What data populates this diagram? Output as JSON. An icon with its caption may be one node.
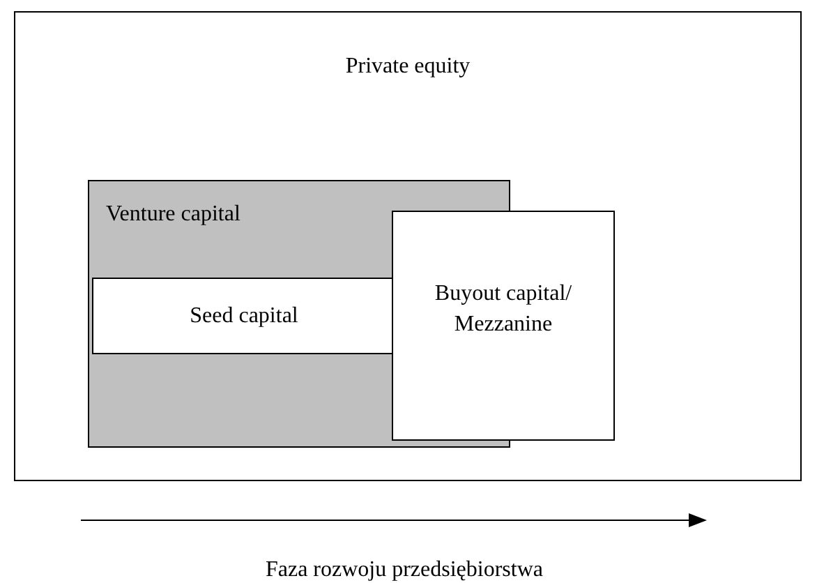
{
  "diagram": {
    "nodes": [
      {
        "text": [
          "Private equity"
        ]
      },
      {
        "text": [
          "Venture capital"
        ],
        "in": 0
      },
      {
        "text": [
          "Seed capital"
        ],
        "in": 1
      },
      {
        "text": [
          "Buyout capital/ Mezzanine"
        ],
        "in": 0
      }
    ],
    "labels": [
      "Faza rozwoju przedsiębiorstwa"
    ]
  }
}
